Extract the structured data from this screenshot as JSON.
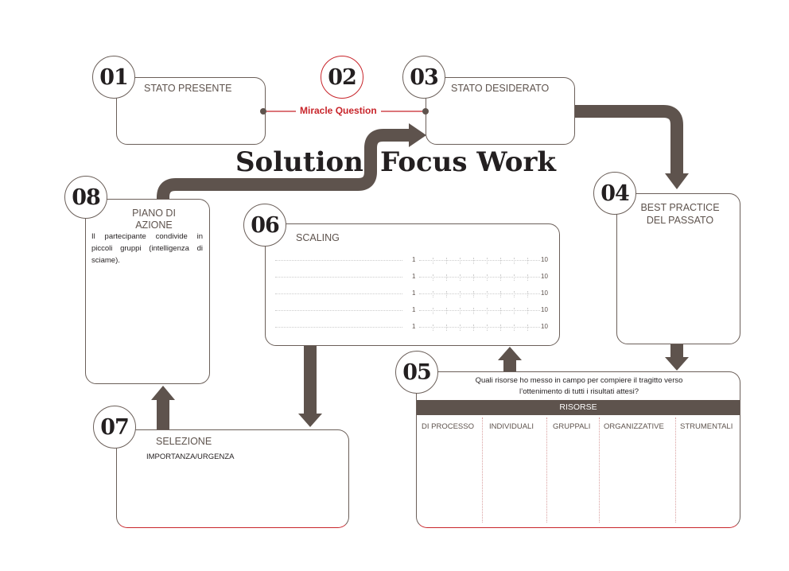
{
  "title_left": "Solution",
  "title_right": "Focus Work",
  "steps": {
    "s01": {
      "num": "01",
      "label": "STATO PRESENTE"
    },
    "s02": {
      "num": "02",
      "label": "Miracle Question"
    },
    "s03": {
      "num": "03",
      "label": "STATO DESIDERATO"
    },
    "s04": {
      "num": "04",
      "label_line1": "BEST PRACTICE",
      "label_line2": "DEL PASSATO"
    },
    "s05": {
      "num": "05",
      "question_line1": "Quali risorse ho messo in campo per compiere il tragitto verso",
      "question_line2": "l’ottenimento di tutti i risultati attesi?",
      "header": "RISORSE",
      "columns": [
        "DI PROCESSO",
        "INDIVIDUALI",
        "GRUPPALI",
        "ORGANIZZATIVE",
        "STRUMENTALI"
      ]
    },
    "s06": {
      "num": "06",
      "label": "SCALING",
      "scale_min": "1",
      "scale_max": "10",
      "rows": 5
    },
    "s07": {
      "num": "07",
      "label": "SELEZIONE",
      "sublabel": "IMPORTANZA/URGENZA"
    },
    "s08": {
      "num": "08",
      "label_line1": "PIANO DI",
      "label_line2": "AZIONE",
      "text": "Il partecipante condivide in piccoli gruppi (intelligenza di sciame)."
    }
  },
  "colors": {
    "brown": "#5e534d",
    "red": "#c8252b"
  }
}
